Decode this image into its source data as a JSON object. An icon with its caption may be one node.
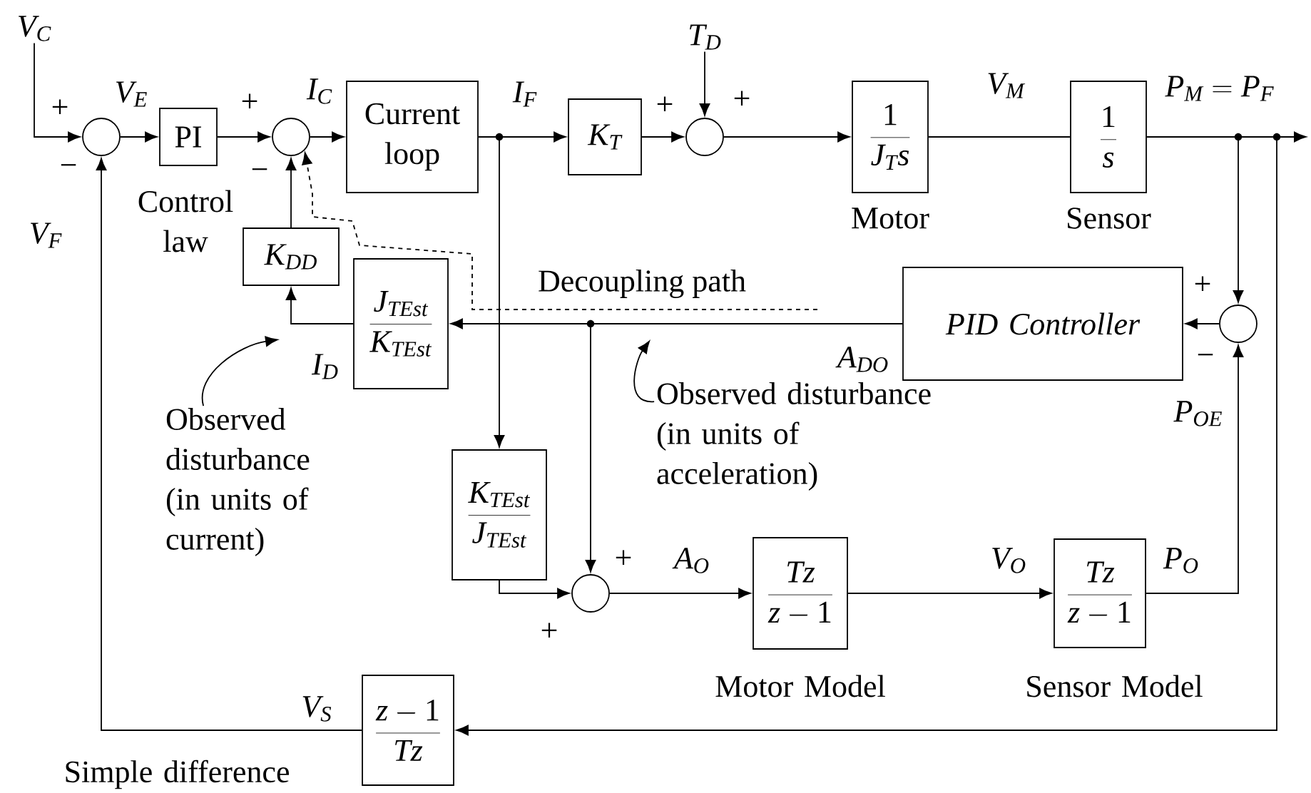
{
  "diagram": {
    "nodes": [
      {
        "text": [],
        "shape": "circle"
      },
      {
        "text": [
          "PI"
        ],
        "beside": [
          "Control law"
        ]
      },
      {
        "text": [],
        "shape": "circle"
      },
      {
        "text": [
          "Current loop"
        ]
      },
      {
        "text": [
          "K_T"
        ]
      },
      {
        "text": [],
        "shape": "circle"
      },
      {
        "text": [
          "\\frac{1}{J_T s}"
        ],
        "beside": [
          "Motor"
        ]
      },
      {
        "text": [
          "\\frac{1}{s}"
        ],
        "beside": [
          "Sensor"
        ]
      },
      {
        "text": [],
        "shape": "circle"
      },
      {
        "text": [
          "PID Controller"
        ]
      },
      {
        "text": [
          "K_{DD}"
        ]
      },
      {
        "text": [
          "\\frac{J_{TEst}}{K_{TEst}}"
        ]
      },
      {
        "text": [
          "\\frac{K_{TEst}}{J_{TEst}}"
        ]
      },
      {
        "text": [],
        "shape": "circle"
      },
      {
        "text": [
          "\\frac{Tz}{z-1}"
        ],
        "beside": [
          "Motor Model"
        ]
      },
      {
        "text": [
          "\\frac{Tz}{z-1}"
        ],
        "beside": [
          "Sensor Model"
        ]
      },
      {
        "text": [
          "\\frac{z-1}{Tz}"
        ],
        "beside": [
          "Simple difference"
        ]
      },
      {
        "text": [
          "Observed disturbance (in units of current)"
        ]
      },
      {
        "text": [
          "Observed disturbance (in units of acceleration)"
        ]
      },
      {
        "text": [
          "V_C"
        ]
      },
      {
        "text": [
          "T_D"
        ]
      }
    ],
    "edges": [
      {
        "from": 19,
        "to": 0,
        "arrow": "to"
      },
      {
        "from": 0,
        "to": 1,
        "arrow": "to"
      },
      {
        "from": 1,
        "to": 2,
        "arrow": "to"
      },
      {
        "from": 2,
        "to": 3,
        "arrow": "to"
      },
      {
        "from": 3,
        "to": 4,
        "arrow": "to"
      },
      {
        "from": 4,
        "to": 5,
        "arrow": "to"
      },
      {
        "from": 20,
        "to": 5,
        "arrow": "to"
      },
      {
        "from": 5,
        "to": 6,
        "arrow": "to"
      },
      {
        "from": 6,
        "to": 7,
        "arrow": "none"
      },
      {
        "from": 7,
        "to": null,
        "arrow": "to"
      },
      {
        "from": 7,
        "to": 8,
        "arrow": "to"
      },
      {
        "from": 8,
        "to": 9,
        "arrow": "to"
      },
      {
        "from": 9,
        "to": 11,
        "arrow": "to"
      },
      {
        "from": 11,
        "to": 10,
        "arrow": "to"
      },
      {
        "from": 10,
        "to": 2,
        "arrow": "to"
      },
      {
        "from": 3,
        "to": 12,
        "arrow": "to"
      },
      {
        "from": 9,
        "to": 13,
        "arrow": "to"
      },
      {
        "from": 12,
        "to": 13,
        "arrow": "to"
      },
      {
        "from": 13,
        "to": 14,
        "arrow": "to"
      },
      {
        "from": 14,
        "to": 15,
        "arrow": "to"
      },
      {
        "from": 15,
        "to": 8,
        "arrow": "to"
      },
      {
        "from": 7,
        "to": 16,
        "arrow": "to"
      },
      {
        "from": 16,
        "to": 0,
        "arrow": "to"
      },
      {
        "from": 17,
        "to": null,
        "arrow": "to"
      },
      {
        "from": 18,
        "to": null,
        "arrow": "to"
      },
      {
        "from": null,
        "to": 2,
        "arrow": "to",
        "style": "dashed",
        "label": "Decoupling path"
      }
    ],
    "labels": [
      "+",
      "−",
      "V_E",
      "V_F",
      "+",
      "−",
      "I_C",
      "I_F",
      "+",
      "+",
      "V_M",
      "P_M = P_F",
      "+",
      "I_D",
      "A_{DO}",
      "−",
      "P_{OE}",
      "+",
      "+",
      "A_O",
      "V_O",
      "P_O",
      "V_S"
    ]
  }
}
